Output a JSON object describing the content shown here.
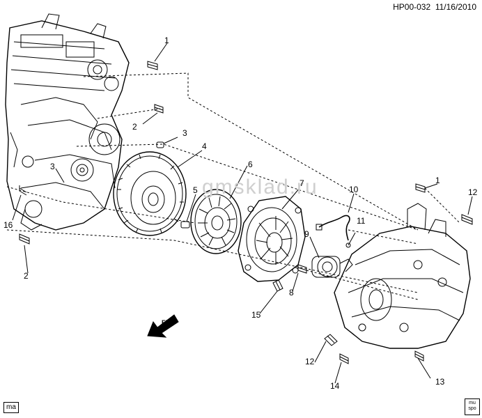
{
  "header": {
    "drawing_id": "HP00-032",
    "date": "11/16/2010"
  },
  "watermark": "gmsklad.ru",
  "corner_label": "ma",
  "badge_lines": [
    "mu",
    "spo"
  ],
  "front_arrow_label": "FRT",
  "callouts": {
    "c1a": "1",
    "c2a": "2",
    "c3a": "3",
    "c4": "4",
    "c3b": "3",
    "c6": "6",
    "c7": "7",
    "c5": "5",
    "c10": "10",
    "c1b": "1",
    "c12a": "12",
    "c16": "16",
    "c11": "11",
    "c9": "9",
    "c2b": "2",
    "c8": "8",
    "c15": "15",
    "c12b": "12",
    "c14": "14",
    "c13": "13"
  },
  "colors": {
    "ink": "#000000",
    "paper": "#ffffff",
    "watermark": "#cfcfcf"
  }
}
